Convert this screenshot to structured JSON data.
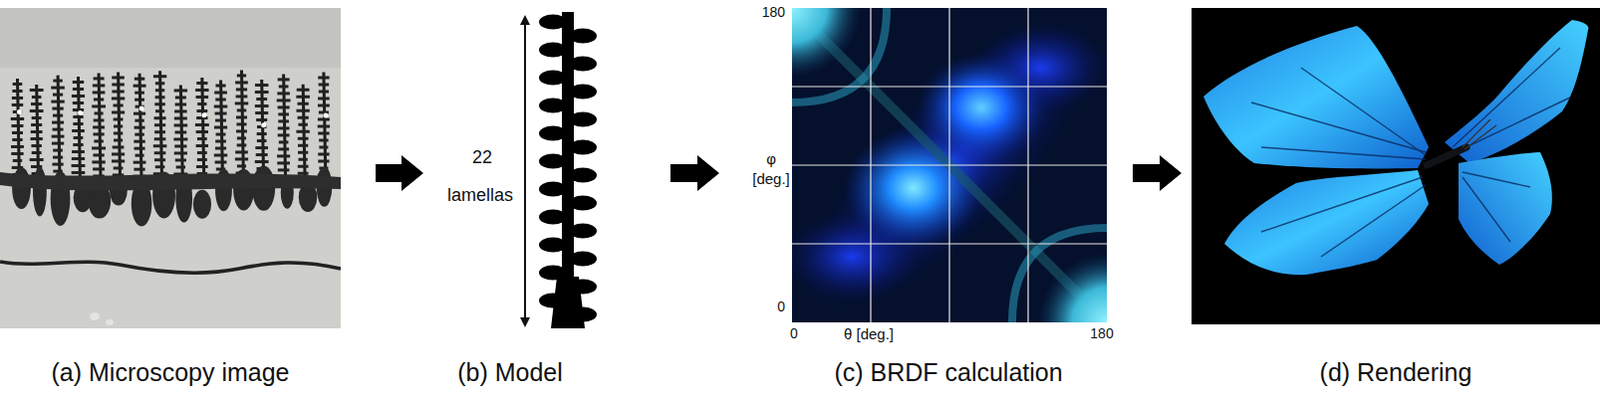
{
  "diagram": {
    "nodes": [
      {
        "text": [
          "(a) Microscopy image"
        ]
      },
      {
        "text": [
          "(b) Model"
        ]
      },
      {
        "text": [
          "(c) BRDF calculation"
        ]
      },
      {
        "text": [
          "(d) Rendering"
        ]
      }
    ],
    "edges": [
      {
        "from": 0,
        "to": 1,
        "arrow": "to"
      },
      {
        "from": 1,
        "to": 2,
        "arrow": "to"
      },
      {
        "from": 2,
        "to": 3,
        "arrow": "to"
      }
    ],
    "labels": [
      "22",
      "lamellas",
      "180",
      "φ [deg.]",
      "0",
      "0",
      "θ [deg.]",
      "180"
    ]
  }
}
